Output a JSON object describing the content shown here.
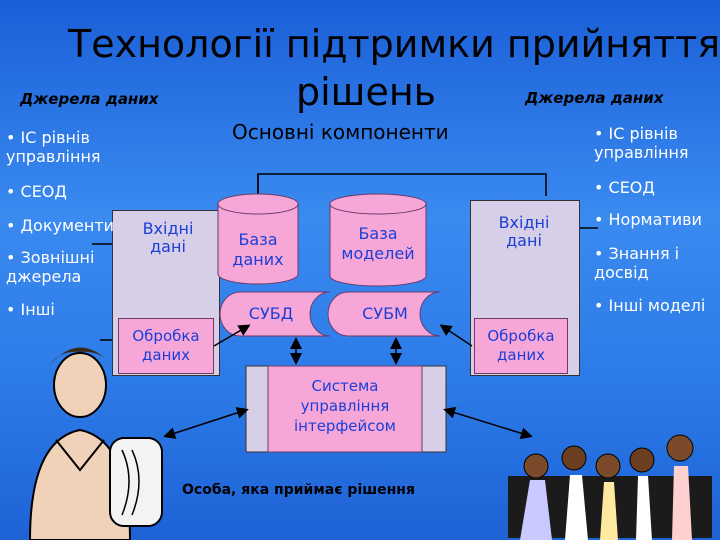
{
  "title": {
    "line1": "Технології підтримки прийняття",
    "line2": "рішень"
  },
  "subtitle": "Основні компоненти",
  "left": {
    "label": "Джерела даних",
    "items": [
      "• ІС рівнів управління",
      "• СЕОД",
      "• Документи",
      "• Зовнішні джерела",
      "• Інші"
    ]
  },
  "right": {
    "label": "Джерела даних",
    "items": [
      "• ІС рівнів управління",
      "• СЕОД",
      "• Нормативи",
      "• Знання і досвід",
      "• Інші моделі"
    ]
  },
  "boxes": {
    "input_left": "Вхідні дані",
    "input_right": "Вхідні дані",
    "processing_left": "Обробка даних",
    "processing_right": "Обробка даних",
    "database": "База даних",
    "model_base": "База моделей",
    "dbms": "СУБД",
    "mbms": "СУБМ",
    "interface": "Система управління інтерфейсом"
  },
  "decision_maker": "Особа, яка приймає рішення",
  "colors": {
    "background": "#2d7be8",
    "component": "#f7a6d8",
    "component_text": "#1b3fd6",
    "panel": "#d7cee8"
  }
}
